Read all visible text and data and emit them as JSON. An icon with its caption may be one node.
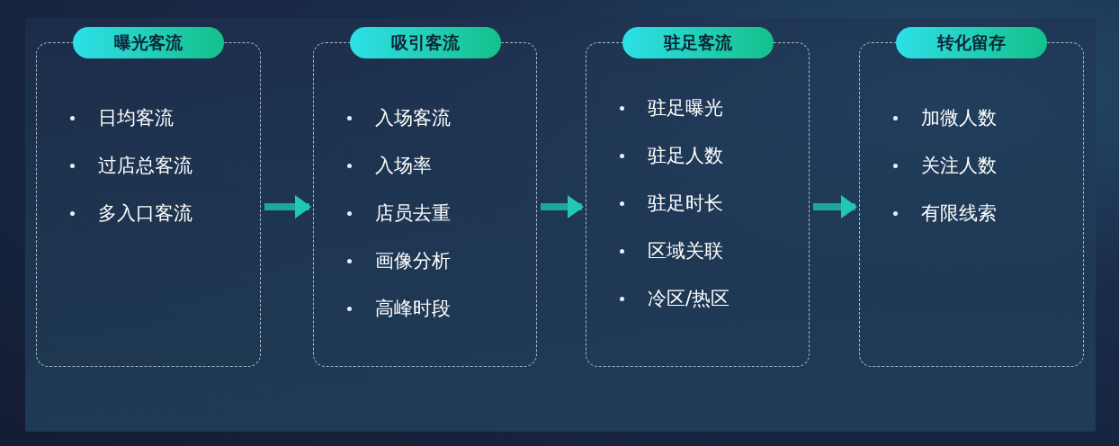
{
  "diagram": {
    "nodes": [
      {
        "text": [
          "曝光客流",
          "日均客流",
          "过店总客流",
          "多入口客流"
        ]
      },
      {
        "text": [
          "吸引客流",
          "入场客流",
          "入场率",
          "店员去重",
          "画像分析",
          "高峰时段"
        ]
      },
      {
        "text": [
          "驻足客流",
          "驻足曝光",
          "驻足人数",
          "驻足时长",
          "区域关联",
          "冷区/热区"
        ]
      },
      {
        "text": [
          "转化留存",
          "加微人数",
          "关注人数",
          "有限线索"
        ]
      }
    ],
    "edges": [
      {
        "from": 0,
        "to": 1,
        "arrow": "to"
      },
      {
        "from": 1,
        "to": 2,
        "arrow": "to"
      },
      {
        "from": 2,
        "to": 3,
        "arrow": "to"
      }
    ]
  }
}
